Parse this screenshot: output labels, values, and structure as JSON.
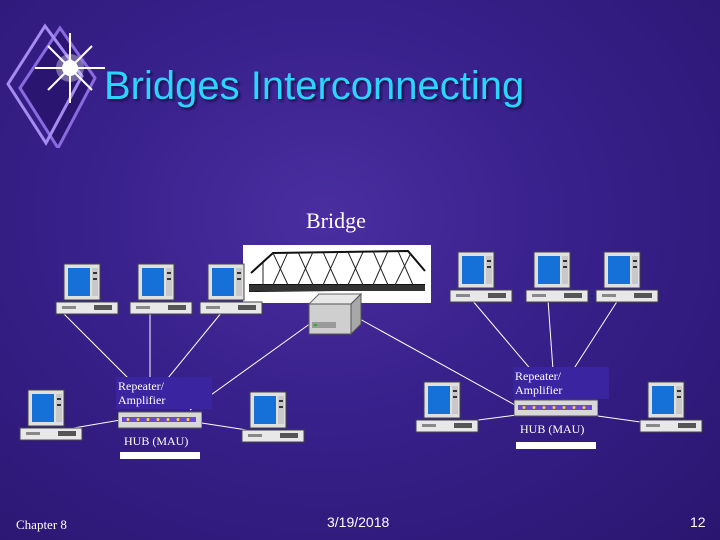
{
  "slide": {
    "title": "Bridges Interconnecting",
    "bridge_label": "Bridge",
    "left_repeater": "Repeater/ Amplifier",
    "right_repeater": "Repeater/ Amplifier",
    "left_hub": "HUB (MAU)",
    "right_hub": "HUB (MAU)"
  },
  "footer": {
    "left": "Chapter 8",
    "date": "3/19/2018",
    "page": "12"
  },
  "colors": {
    "title": "#2ad6ff",
    "background": "#37208a"
  }
}
